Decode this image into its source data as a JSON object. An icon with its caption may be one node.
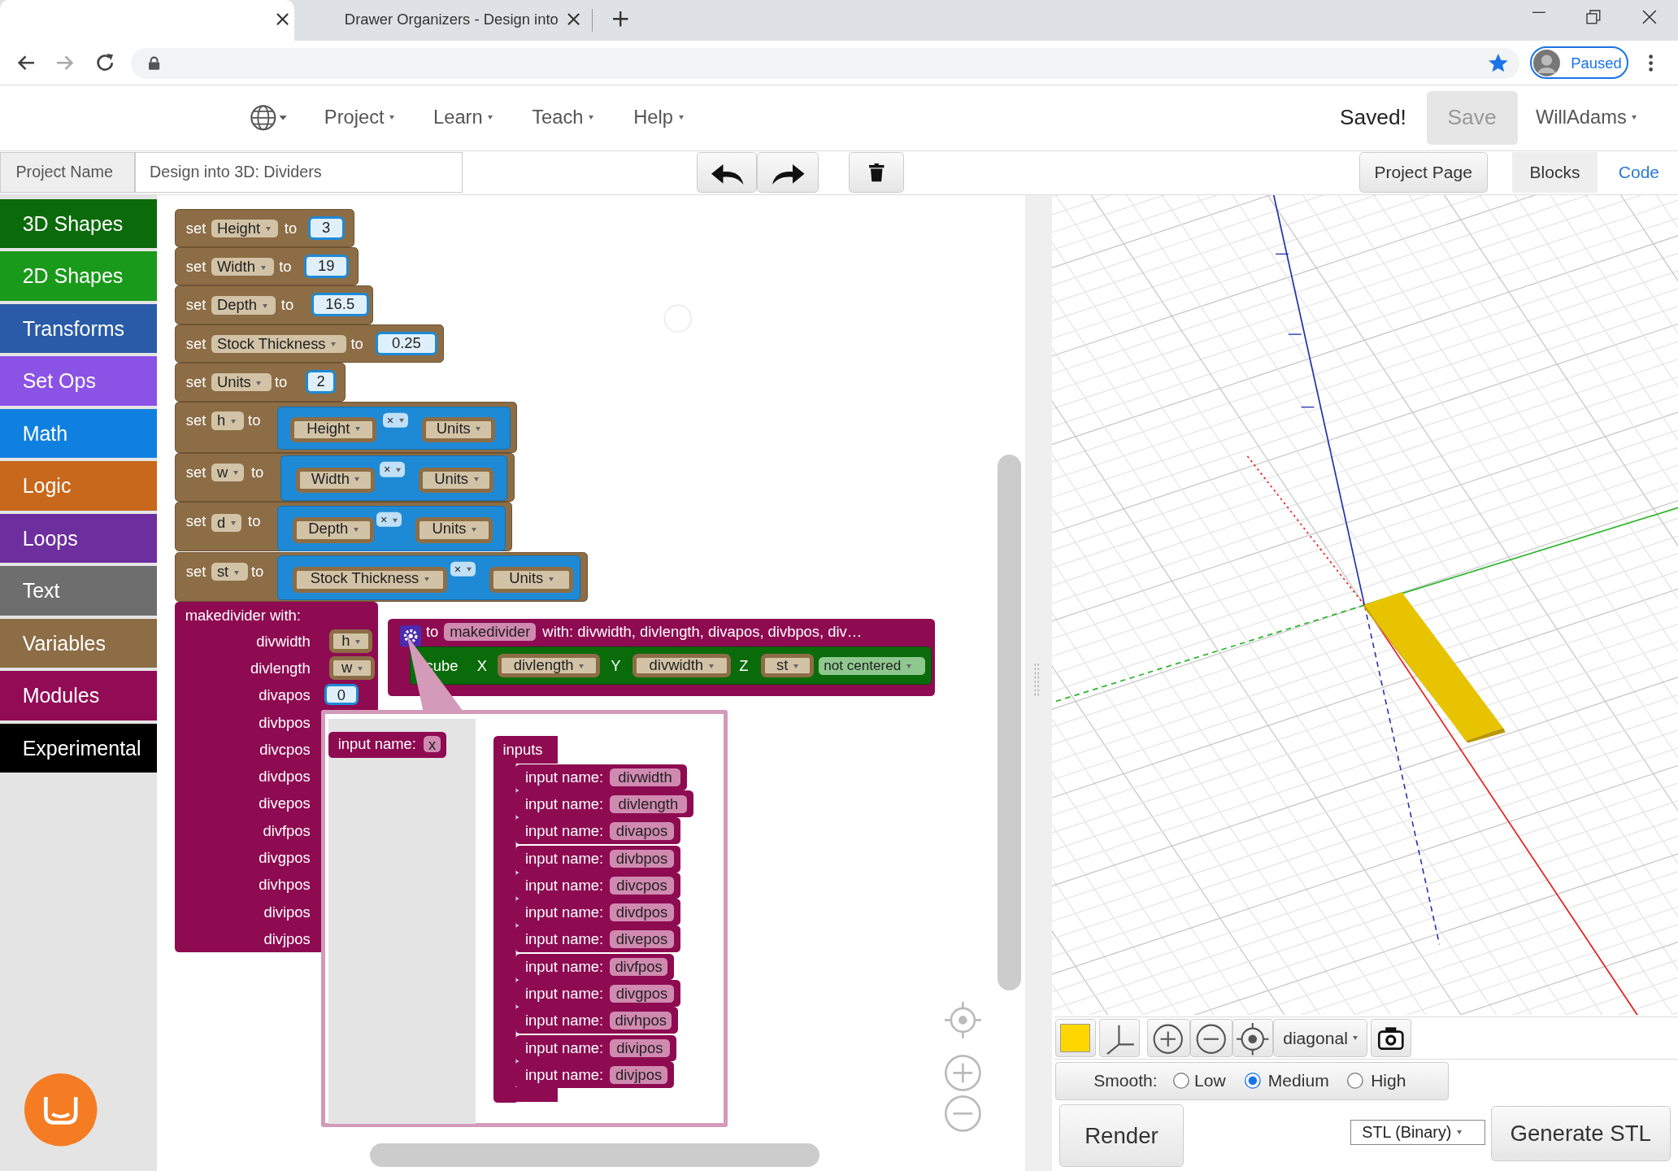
{
  "diagram": {
    "nodes": [
      {
        "text": [
          "set",
          "to"
        ]
      },
      {
        "text": [
          "Height"
        ],
        "in": 0
      },
      {
        "text": [
          "3"
        ],
        "in": 0
      },
      {
        "text": [
          "set",
          "to"
        ]
      },
      {
        "text": [
          "Width"
        ],
        "in": 3
      },
      {
        "text": [
          "19"
        ],
        "in": 3
      },
      {
        "text": [
          "set",
          "to"
        ]
      },
      {
        "text": [
          "Depth"
        ],
        "in": 6
      },
      {
        "text": [
          "16.5"
        ],
        "in": 6
      },
      {
        "text": [
          "set",
          "to"
        ]
      },
      {
        "text": [
          "Stock Thickness"
        ],
        "in": 9
      },
      {
        "text": [
          "0.25"
        ],
        "in": 9
      },
      {
        "text": [
          "set",
          "to"
        ]
      },
      {
        "text": [
          "Units"
        ],
        "in": 12
      },
      {
        "text": [
          "2"
        ],
        "in": 12
      },
      {
        "text": [
          "set",
          "to"
        ]
      },
      {
        "text": [
          "h"
        ],
        "in": 15
      },
      {
        "text": [
          "×"
        ],
        "in": 15
      },
      {
        "text": [
          "Height"
        ],
        "in": 17
      },
      {
        "text": [
          "Units"
        ],
        "in": 17
      },
      {
        "text": [
          "set",
          "to"
        ]
      },
      {
        "text": [
          "w"
        ],
        "in": 20
      },
      {
        "text": [
          "×"
        ],
        "in": 20
      },
      {
        "text": [
          "Width"
        ],
        "in": 22
      },
      {
        "text": [
          "Units"
        ],
        "in": 22
      },
      {
        "text": [
          "set",
          "to"
        ]
      },
      {
        "text": [
          "d"
        ],
        "in": 25
      },
      {
        "text": [
          "×"
        ],
        "in": 25
      },
      {
        "text": [
          "Depth"
        ],
        "in": 27
      },
      {
        "text": [
          "Units"
        ],
        "in": 27
      },
      {
        "text": [
          "set",
          "to"
        ]
      },
      {
        "text": [
          "st"
        ],
        "in": 30
      },
      {
        "text": [
          "×"
        ],
        "in": 30
      },
      {
        "text": [
          "Stock Thickness"
        ],
        "in": 32
      },
      {
        "text": [
          "Units"
        ],
        "in": 32
      },
      {
        "text": [
          "makedivider with:",
          "divwidth",
          "divlength",
          "divapos",
          "divbpos",
          "divcpos",
          "divdpos",
          "divepos",
          "divfpos",
          "divgpos",
          "divhpos",
          "divipos",
          "divjpos"
        ]
      },
      {
        "text": [
          "h"
        ],
        "in": 35
      },
      {
        "text": [
          "w"
        ],
        "in": 35
      },
      {
        "text": [
          "0"
        ],
        "in": 35
      },
      {
        "text": [
          "to",
          "with: divwidth, divlength, divapos, divbpos, div…"
        ]
      },
      {
        "text": [
          "makedivider"
        ],
        "in": 39
      },
      {
        "text": [
          "cube",
          "X",
          "Y",
          "Z"
        ],
        "in": 39
      },
      {
        "text": [
          "divlength"
        ],
        "in": 41
      },
      {
        "text": [
          "divwidth"
        ],
        "in": 41
      },
      {
        "text": [
          "st"
        ],
        "in": 41
      },
      {
        "text": [
          "not centered"
        ],
        "in": 41
      },
      {
        "text": [],
        "shape": "box"
      },
      {
        "text": [
          "input name:"
        ],
        "in": 46
      },
      {
        "text": [
          "x"
        ],
        "in": 47
      },
      {
        "text": [
          "inputs"
        ],
        "in": 46
      },
      {
        "text": [
          "input name:"
        ],
        "in": 49
      },
      {
        "text": [
          "divwidth"
        ],
        "in": 50
      },
      {
        "text": [
          "input name:"
        ],
        "in": 49
      },
      {
        "text": [
          "divlength"
        ],
        "in": 52
      },
      {
        "text": [
          "input name:"
        ],
        "in": 49
      },
      {
        "text": [
          "divapos"
        ],
        "in": 54
      },
      {
        "text": [
          "input name:"
        ],
        "in": 49
      },
      {
        "text": [
          "divbpos"
        ],
        "in": 56
      },
      {
        "text": [
          "input name:"
        ],
        "in": 49
      },
      {
        "text": [
          "divcpos"
        ],
        "in": 58
      },
      {
        "text": [
          "input name:"
        ],
        "in": 49
      },
      {
        "text": [
          "divdpos"
        ],
        "in": 60
      },
      {
        "text": [
          "input name:"
        ],
        "in": 49
      },
      {
        "text": [
          "divepos"
        ],
        "in": 62
      },
      {
        "text": [
          "input name:"
        ],
        "in": 49
      },
      {
        "text": [
          "divfpos"
        ],
        "in": 64
      },
      {
        "text": [
          "input name:"
        ],
        "in": 49
      },
      {
        "text": [
          "divgpos"
        ],
        "in": 66
      },
      {
        "text": [
          "input name:"
        ],
        "in": 49
      },
      {
        "text": [
          "divhpos"
        ],
        "in": 68
      },
      {
        "text": [
          "input name:"
        ],
        "in": 49
      },
      {
        "text": [
          "divipos"
        ],
        "in": 70
      },
      {
        "text": [
          "input name:"
        ],
        "in": 49
      },
      {
        "text": [
          "divjpos"
        ],
        "in": 72
      }
    ],
    "labels": [
      "Drawer Organizers - Design into",
      "Paused",
      "Project",
      "Learn",
      "Teach",
      "Help",
      "Saved!",
      "Save",
      "WillAdams",
      "Project Name",
      "Design into 3D: Dividers",
      "Project Page",
      "Blocks",
      "Code",
      "3D Shapes",
      "2D Shapes",
      "Transforms",
      "Set Ops",
      "Math",
      "Logic",
      "Loops",
      "Text",
      "Variables",
      "Modules",
      "Experimental",
      "diagonal",
      "Smooth:",
      "Low",
      "Medium",
      "High",
      "Render",
      "STL (Binary)",
      "Generate STL"
    ]
  }
}
